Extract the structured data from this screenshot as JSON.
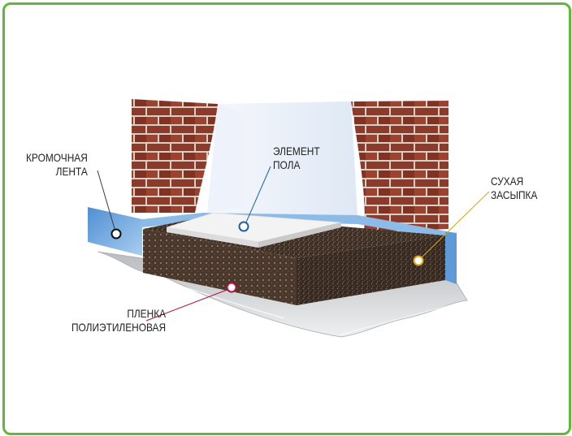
{
  "colors": {
    "frame": "#5fb83a",
    "brick": "#8e3a2a",
    "mortar": "#d6cfc4",
    "edge_tape": "#6aa6de",
    "film": "#cfd1d3",
    "backfill": "#3e2f25",
    "floor_board": "#efefef",
    "wall": "#e9f0fa",
    "leader_edge": "#3a3a3a",
    "leader_floor": "#1f5fa8",
    "leader_dry": "#d9a313",
    "leader_film": "#b3113d"
  },
  "labels": {
    "edge_tape": [
      "КРОМОЧНАЯ",
      "ЛЕНТА"
    ],
    "floor_element": [
      "ЭЛЕМЕНТ",
      "ПОЛА"
    ],
    "dry_backfill": [
      "СУХАЯ",
      "ЗАСЫПКА"
    ],
    "film": [
      "ПЛЕНКА",
      "ПОЛИЭТИЛЕНОВАЯ"
    ]
  }
}
